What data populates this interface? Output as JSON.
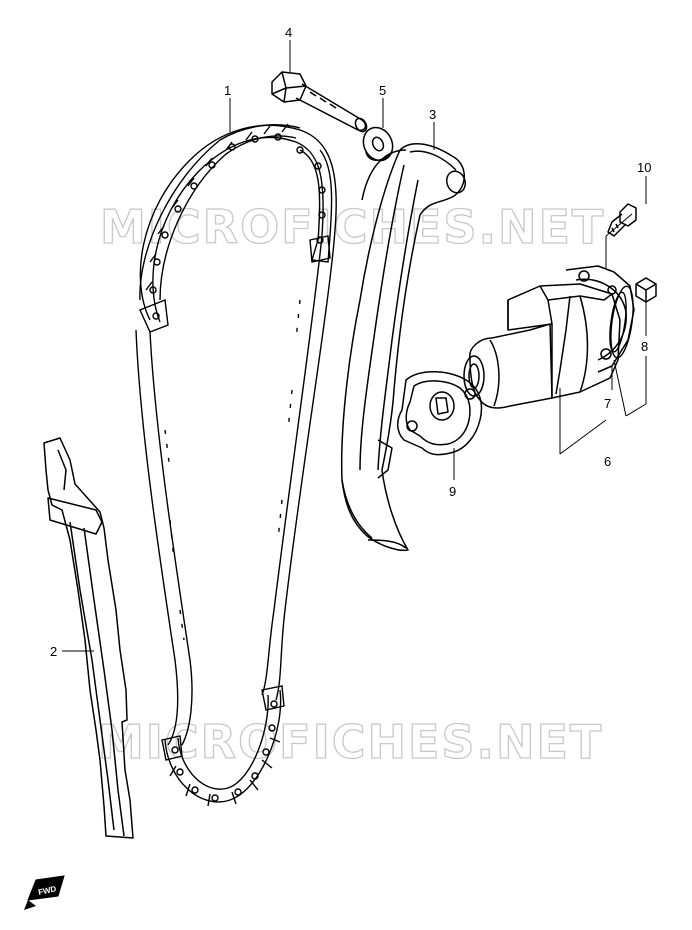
{
  "watermark": "MICROFICHES.NET",
  "fwd_label": "FWD",
  "callouts": {
    "c1": "1",
    "c2": "2",
    "c3": "3",
    "c4": "4",
    "c5": "5",
    "c6": "6",
    "c7": "7",
    "c8": "8",
    "c9": "9",
    "c10": "10"
  },
  "colors": {
    "line": "#000000",
    "watermark": "#c8c8c8",
    "background": "#ffffff"
  },
  "icons": {
    "fwd": "fwd-arrow-icon"
  }
}
